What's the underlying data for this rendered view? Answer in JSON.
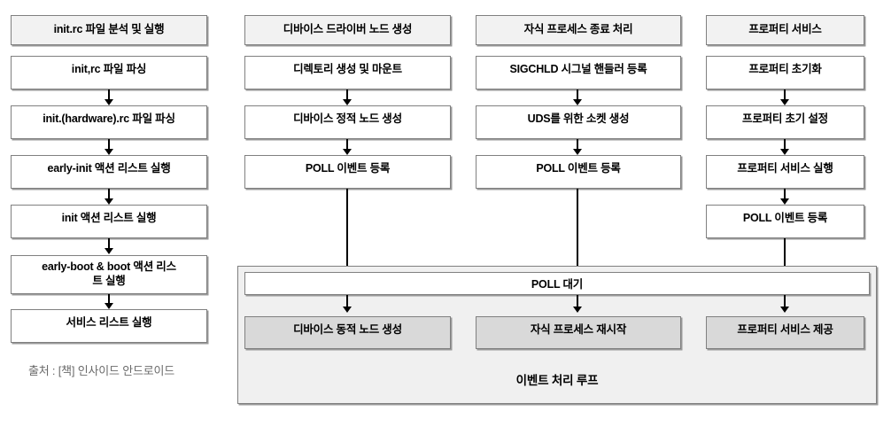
{
  "diagram": {
    "source_note": "출처 : [책] 인사이드 안드로이드",
    "loop_caption": "이벤트 처리 루프",
    "poll_wait_label": "POLL 대기",
    "colors": {
      "header_fill": "#f2f2f2",
      "shaded_fill": "#d9d9d9",
      "plain_fill": "#ffffff",
      "panel_fill": "#f0f0f0",
      "border": "#808080",
      "text": "#000000",
      "note_text": "#6b6b6b"
    },
    "columns": [
      {
        "id": "init-rc",
        "header": "init.rc 파일 분석 및 실행",
        "steps": [
          "init,rc 파일 파싱",
          "init.(hardware).rc 파일 파싱",
          "early-init 액션 리스트 실행",
          "init 액션 리스트 실행",
          "early-boot & boot 액션 리스\n트 실행",
          "서비스 리스트 실행"
        ]
      },
      {
        "id": "device-driver-node",
        "header": "디바이스 드라이버 노드 생성",
        "steps": [
          "디렉토리 생성 및 마운트",
          "디바이스 정적 노드 생성",
          "POLL 이벤트 등록"
        ],
        "loop_result": "디바이스 동적 노드 생성"
      },
      {
        "id": "child-process-exit",
        "header": "자식 프로세스 종료 처리",
        "steps": [
          "SIGCHLD 시그널 핸들러 등록",
          "UDS를 위한 소켓 생성",
          "POLL 이벤트 등록"
        ],
        "loop_result": "자식 프로세스 재시작"
      },
      {
        "id": "property-service",
        "header": "프로퍼티 서비스",
        "steps": [
          "프로퍼티 초기화",
          "프로퍼티 초기 설정",
          "프로퍼티 서비스 실행",
          "POLL 이벤트 등록"
        ],
        "loop_result": "프로퍼티 서비스 제공"
      }
    ]
  }
}
